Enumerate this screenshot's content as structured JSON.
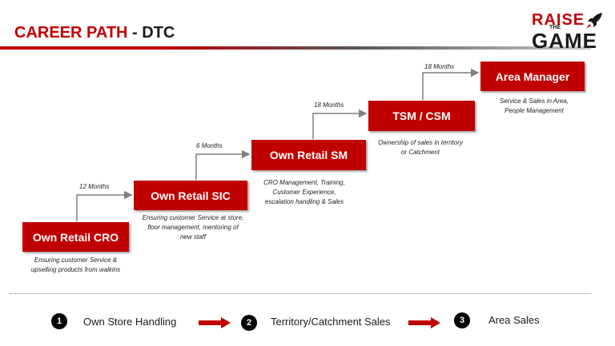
{
  "header": {
    "title_red": "CAREER PATH",
    "title_dark": " - DTC"
  },
  "logo": {
    "line1": "RAISE",
    "line2": "THE",
    "line3": "GAME",
    "icon": "rocket-icon"
  },
  "stages": [
    {
      "label": "Own Retail CRO",
      "description": "Ensuring customer Service & upselling products from walkins"
    },
    {
      "label": "Own Retail SIC",
      "description": "Ensuring customer Service at store, floor management, mentoring of new staff"
    },
    {
      "label": "Own Retail SM",
      "description": "CRO Management, Training, Customer Experience, escalation handling & Sales"
    },
    {
      "label": "TSM / CSM",
      "description": "Ownership of sales in territory or Catchment"
    },
    {
      "label": "Area Manager",
      "description": "Service & Sales in Area, People Management"
    }
  ],
  "durations": [
    "12 Months",
    "6 Months",
    "18 Months",
    "18 Months"
  ],
  "footer": {
    "steps": [
      {
        "number": "1",
        "label": "Own Store Handling"
      },
      {
        "number": "2",
        "label": "Territory/Catchment Sales"
      },
      {
        "number": "3",
        "label": "Area Sales"
      }
    ]
  },
  "colors": {
    "accent": "#c00000",
    "dark": "#1a1a1a"
  }
}
